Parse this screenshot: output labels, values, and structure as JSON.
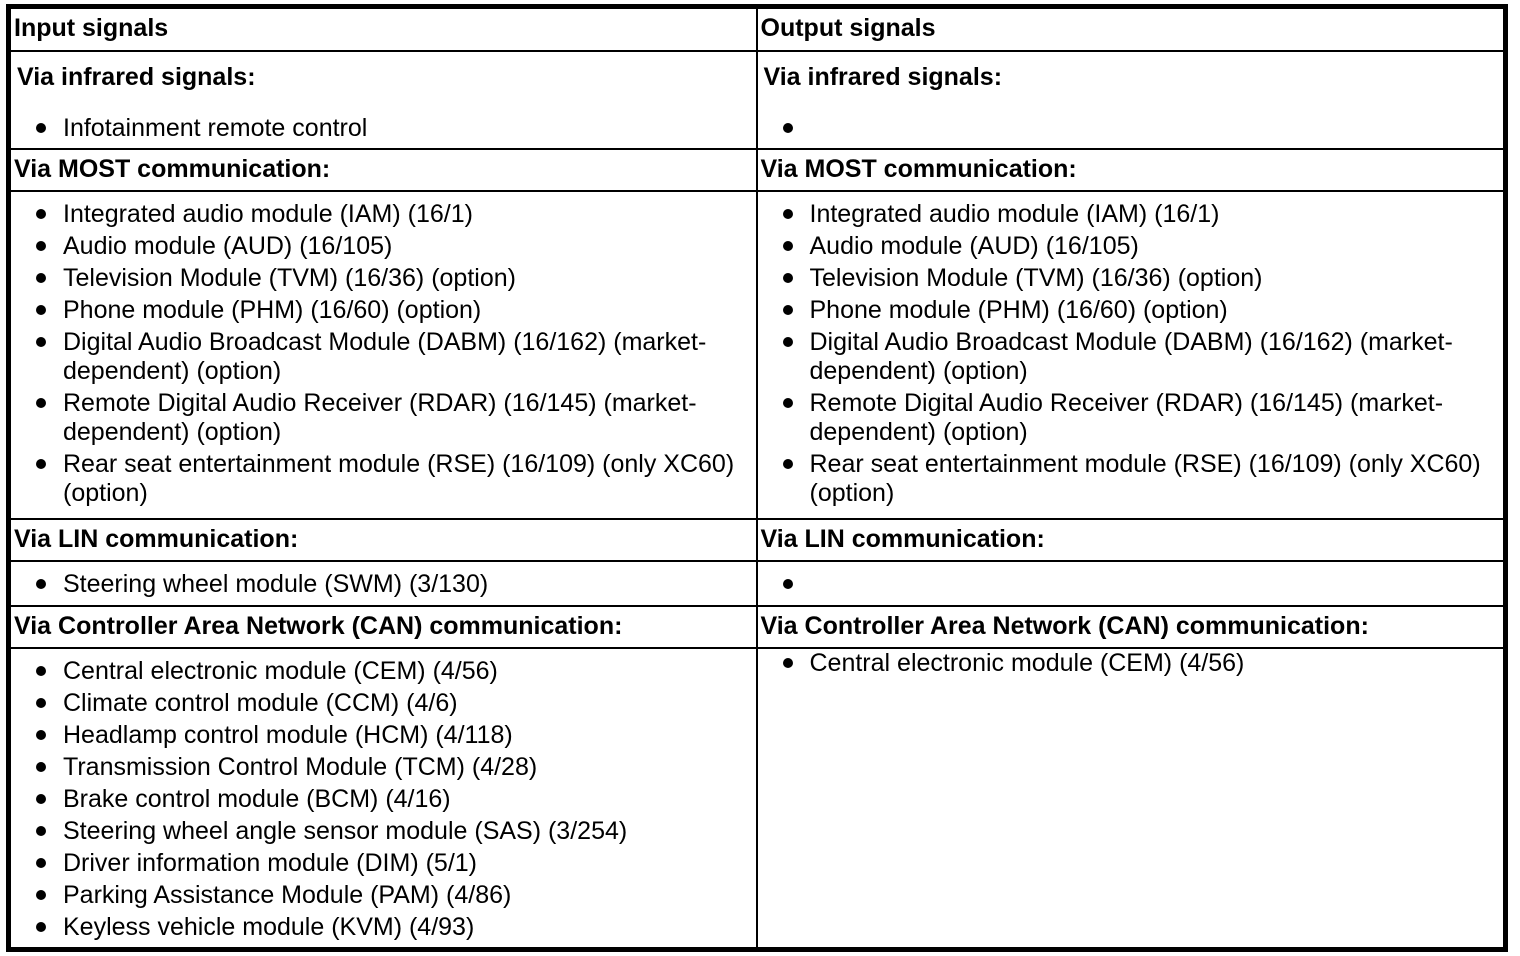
{
  "page": {
    "background_color": "#ffffff",
    "text_color": "#000000",
    "border_color": "#000000"
  },
  "table": {
    "header": {
      "left": "Input signals",
      "right": "Output signals"
    },
    "sections": [
      {
        "id": "infrared",
        "title": "Via infrared signals:",
        "left_items": [
          "Infotainment remote control"
        ],
        "right_items": [
          ""
        ]
      },
      {
        "id": "most",
        "title": "Via MOST communication:",
        "left_items": [
          "Integrated audio module (IAM) (16/1)",
          "Audio module (AUD) (16/105)",
          "Television Module (TVM) (16/36) (option)",
          "Phone module (PHM) (16/60) (option)",
          "Digital Audio Broadcast Module (DABM) (16/162) (market-dependent) (option)",
          "Remote Digital Audio Receiver (RDAR) (16/145) (market-dependent) (option)",
          "Rear seat entertainment module (RSE) (16/109) (only XC60) (option)"
        ],
        "right_items": [
          "Integrated audio module (IAM) (16/1)",
          "Audio module (AUD) (16/105)",
          "Television Module (TVM) (16/36) (option)",
          "Phone module (PHM) (16/60) (option)",
          "Digital Audio Broadcast Module (DABM) (16/162) (market-dependent) (option)",
          "Remote Digital Audio Receiver (RDAR) (16/145) (market-dependent) (option)",
          "Rear seat entertainment module (RSE) (16/109) (only XC60) (option)"
        ]
      },
      {
        "id": "lin",
        "title": "Via LIN communication:",
        "left_items": [
          "Steering wheel module (SWM) (3/130)"
        ],
        "right_items": [
          ""
        ]
      },
      {
        "id": "can",
        "title": "Via Controller Area Network (CAN) communication:",
        "left_items": [
          "Central electronic module (CEM) (4/56)",
          "Climate control module (CCM) (4/6)",
          "Headlamp control module (HCM) (4/118)",
          "Transmission Control Module (TCM) (4/28)",
          "Brake control module (BCM) (4/16)",
          "Steering wheel angle sensor module (SAS) (3/254)",
          "Driver information module (DIM) (5/1)",
          "Parking Assistance Module (PAM) (4/86)",
          "Keyless vehicle module (KVM) (4/93)"
        ],
        "right_items": [
          "Central electronic module (CEM) (4/56)"
        ]
      }
    ]
  }
}
